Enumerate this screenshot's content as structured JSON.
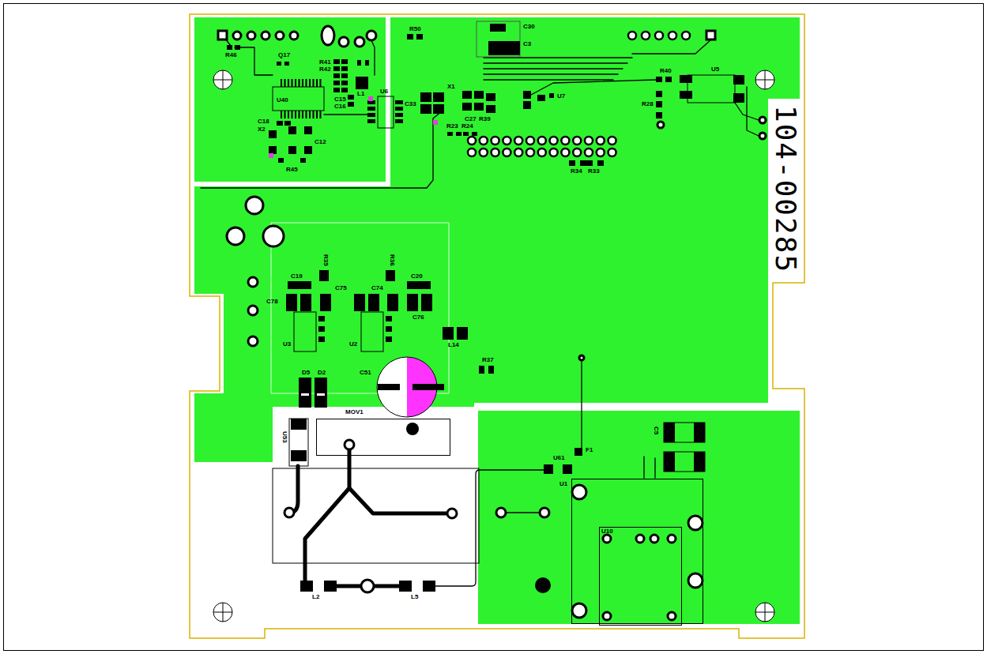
{
  "diagram": {
    "nodes": [
      {
        "text": [
          "MOV1"
        ]
      },
      {
        "text": [
          "U1"
        ]
      },
      {
        "text": [
          "U10"
        ],
        "in": 1
      }
    ],
    "labels": [
      "R46",
      "Q17",
      "R41",
      "R42",
      "L1",
      "U40",
      "C15",
      "C16",
      "C18",
      "X2",
      "C12",
      "R45",
      "U6",
      "C33",
      "R50",
      "C30",
      "C3",
      "X1",
      "U7",
      "C27",
      "R39",
      "R23",
      "R24",
      "R40",
      "U5",
      "R28",
      "R34",
      "R33",
      "R35",
      "R36",
      "C19",
      "C20",
      "C75",
      "C74",
      "C78",
      "C76",
      "U3",
      "U2",
      "L14",
      "R37",
      "C51",
      "D5",
      "D2",
      "U53",
      "C5",
      "U61",
      "F1",
      "L2",
      "L5",
      "104-00285"
    ]
  }
}
